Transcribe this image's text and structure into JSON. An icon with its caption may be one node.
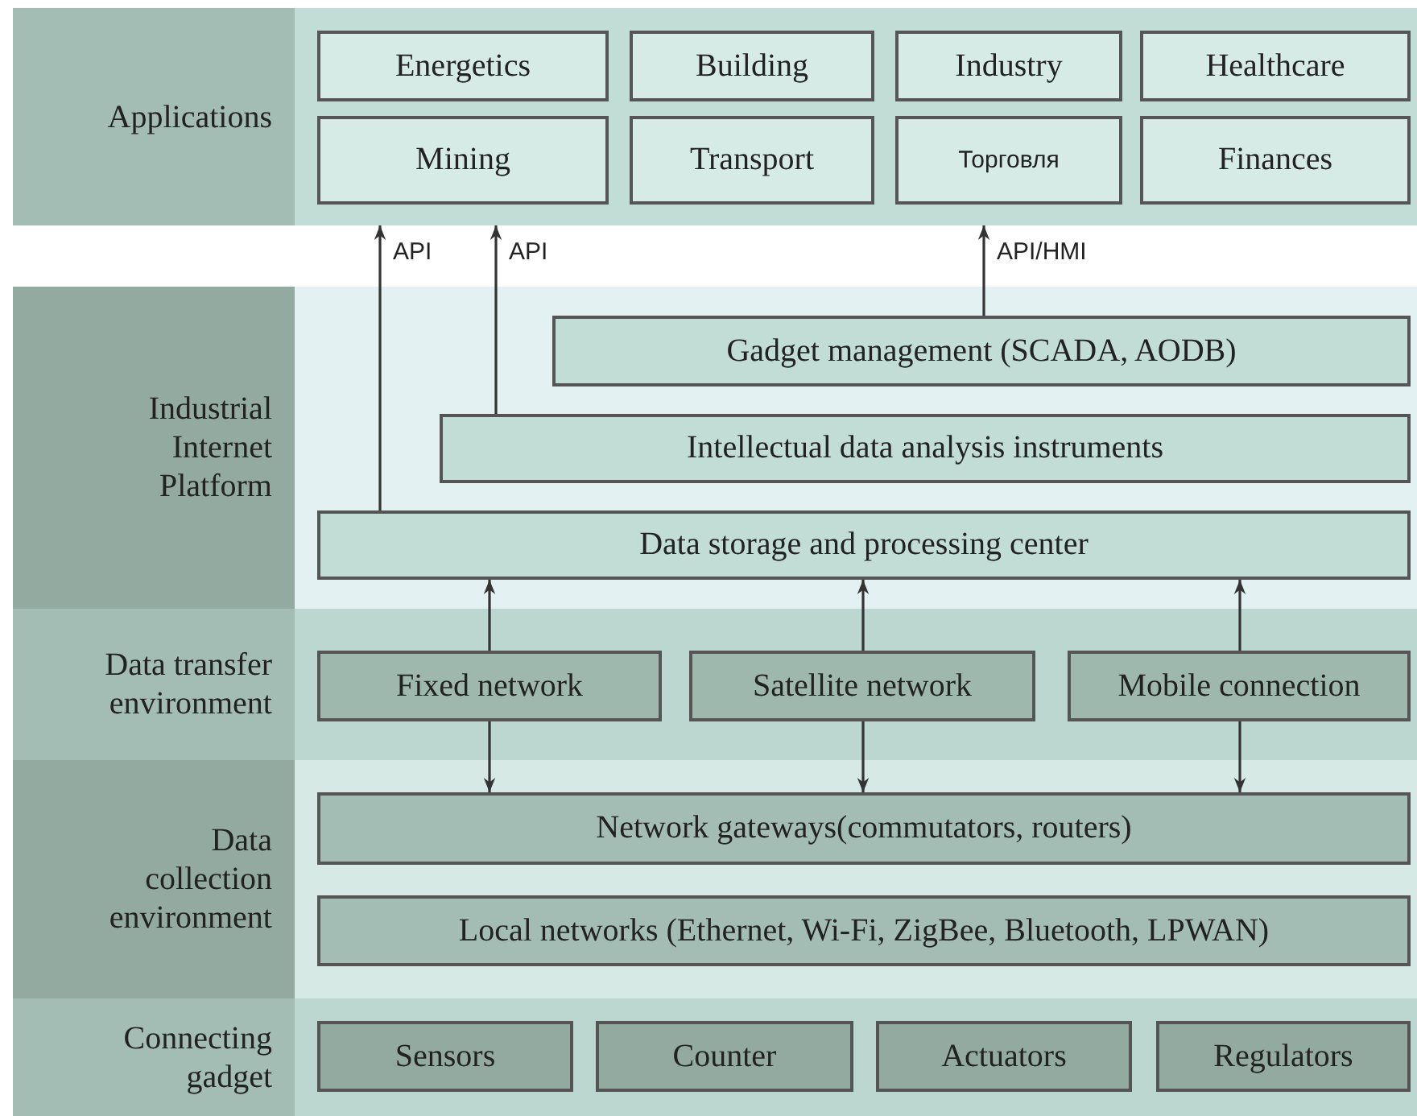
{
  "diagram": {
    "nodes": [
      {
        "text": [
          "Applications"
        ]
      },
      {
        "text": [
          "Energetics"
        ],
        "in": 0
      },
      {
        "text": [
          "Building"
        ],
        "in": 0
      },
      {
        "text": [
          "Industry"
        ],
        "in": 0
      },
      {
        "text": [
          "Healthcare"
        ],
        "in": 0
      },
      {
        "text": [
          "Mining"
        ],
        "in": 0
      },
      {
        "text": [
          "Transport"
        ],
        "in": 0
      },
      {
        "text": [
          "Торговля"
        ],
        "in": 0
      },
      {
        "text": [
          "Finances"
        ],
        "in": 0
      },
      {
        "text": [
          "Industrial Internet Platform"
        ]
      },
      {
        "text": [
          "Gadget management (SCADA, AODB)"
        ],
        "in": 9
      },
      {
        "text": [
          "Intellectual data analysis instruments"
        ],
        "in": 9
      },
      {
        "text": [
          "Data storage and processing center"
        ],
        "in": 9
      },
      {
        "text": [
          "Data transfer environment"
        ]
      },
      {
        "text": [
          "Fixed network"
        ],
        "in": 13
      },
      {
        "text": [
          "Satellite network"
        ],
        "in": 13
      },
      {
        "text": [
          "Mobile connection"
        ],
        "in": 13
      },
      {
        "text": [
          "Data collection environment"
        ]
      },
      {
        "text": [
          "Network gateways(commutators, routers)"
        ],
        "in": 17
      },
      {
        "text": [
          "Local networks (Ethernet, Wi-Fi, ZigBee, Bluetooth, LPWAN)"
        ],
        "in": 17
      },
      {
        "text": [
          "Connecting gadget"
        ]
      },
      {
        "text": [
          "Sensors"
        ],
        "in": 20
      },
      {
        "text": [
          "Counter"
        ],
        "in": 20
      },
      {
        "text": [
          "Actuators"
        ],
        "in": 20
      },
      {
        "text": [
          "Regulators"
        ],
        "in": 20
      }
    ],
    "edges": [
      {
        "from": 12,
        "to": 0,
        "arrow": "to",
        "label": "API"
      },
      {
        "from": 11,
        "to": 0,
        "arrow": "to",
        "label": "API"
      },
      {
        "from": 10,
        "to": 0,
        "arrow": "to",
        "label": "API/HMI"
      },
      {
        "from": 14,
        "to": 12,
        "arrow": "to"
      },
      {
        "from": 15,
        "to": 12,
        "arrow": "to"
      },
      {
        "from": 16,
        "to": 12,
        "arrow": "to"
      },
      {
        "from": 14,
        "to": 18,
        "arrow": "to"
      },
      {
        "from": 15,
        "to": 18,
        "arrow": "to"
      },
      {
        "from": 16,
        "to": 18,
        "arrow": "to"
      }
    ]
  }
}
